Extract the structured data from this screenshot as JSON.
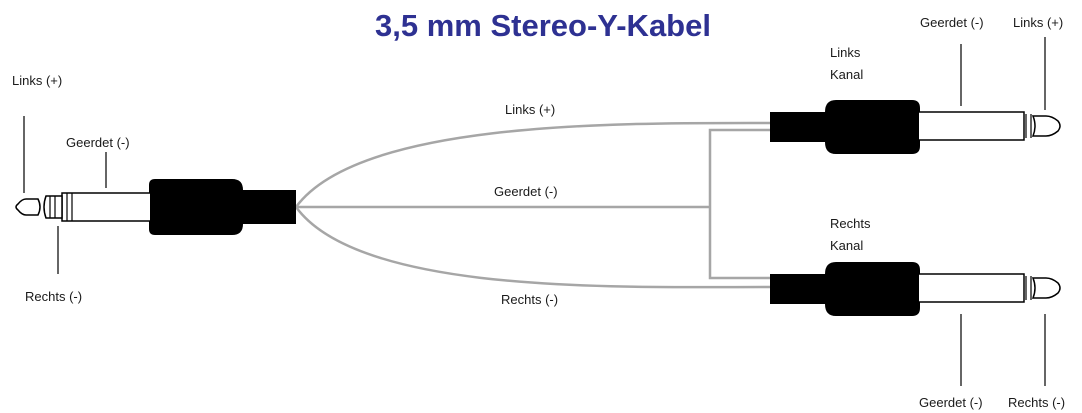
{
  "title": "3,5 mm Stereo-Y-Kabel",
  "main_plug": {
    "tip_label": "Links (+)",
    "ring_label": "Geerdet (-)",
    "sleeve_label": "Rechts (-)"
  },
  "cables": {
    "upper_label": "Links (+)",
    "middle_label": "Geerdet (-)",
    "lower_label": "Rechts (-)"
  },
  "left_channel": {
    "name_line1": "Links",
    "name_line2": "Kanal",
    "ground_label": "Geerdet (-)",
    "tip_label": "Links (+)"
  },
  "right_channel": {
    "name_line1": "Rechts",
    "name_line2": "Kanal",
    "ground_label": "Geerdet (-)",
    "tip_label": "Rechts (-)"
  },
  "colors": {
    "title": "#2e3192",
    "cable": "#a6a6a6",
    "plug_body": "#000000"
  }
}
